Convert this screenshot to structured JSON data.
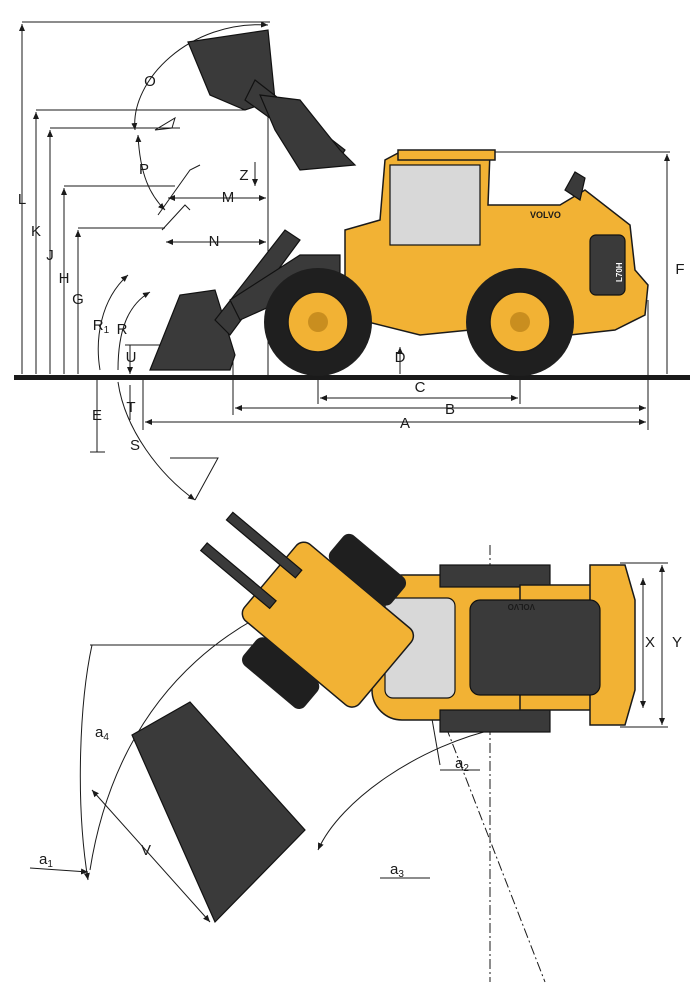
{
  "side_view": {
    "labels": {
      "L": "L",
      "K": "K",
      "J": "J",
      "H": "H",
      "G": "G",
      "R1": "R",
      "R1_sub": "1",
      "R": "R",
      "U": "U",
      "T": "T",
      "E": "E",
      "S": "S",
      "O": "O",
      "P": "P",
      "Z": "Z",
      "M": "M",
      "N": "N",
      "D": "D",
      "C": "C",
      "B": "B",
      "A": "A",
      "F": "F"
    },
    "brand": "VOLVO",
    "model": "L70H"
  },
  "top_view": {
    "labels": {
      "a1": "a",
      "a1_sub": "1",
      "a2": "a",
      "a2_sub": "2",
      "a3": "a",
      "a3_sub": "3",
      "a4": "a",
      "a4_sub": "4",
      "V": "V",
      "X": "X",
      "Y": "Y"
    },
    "brand": "VOLVO"
  },
  "colors": {
    "machine_yellow": "#f2b234",
    "dark": "#3a3a3a",
    "line": "#1a1a1a"
  }
}
